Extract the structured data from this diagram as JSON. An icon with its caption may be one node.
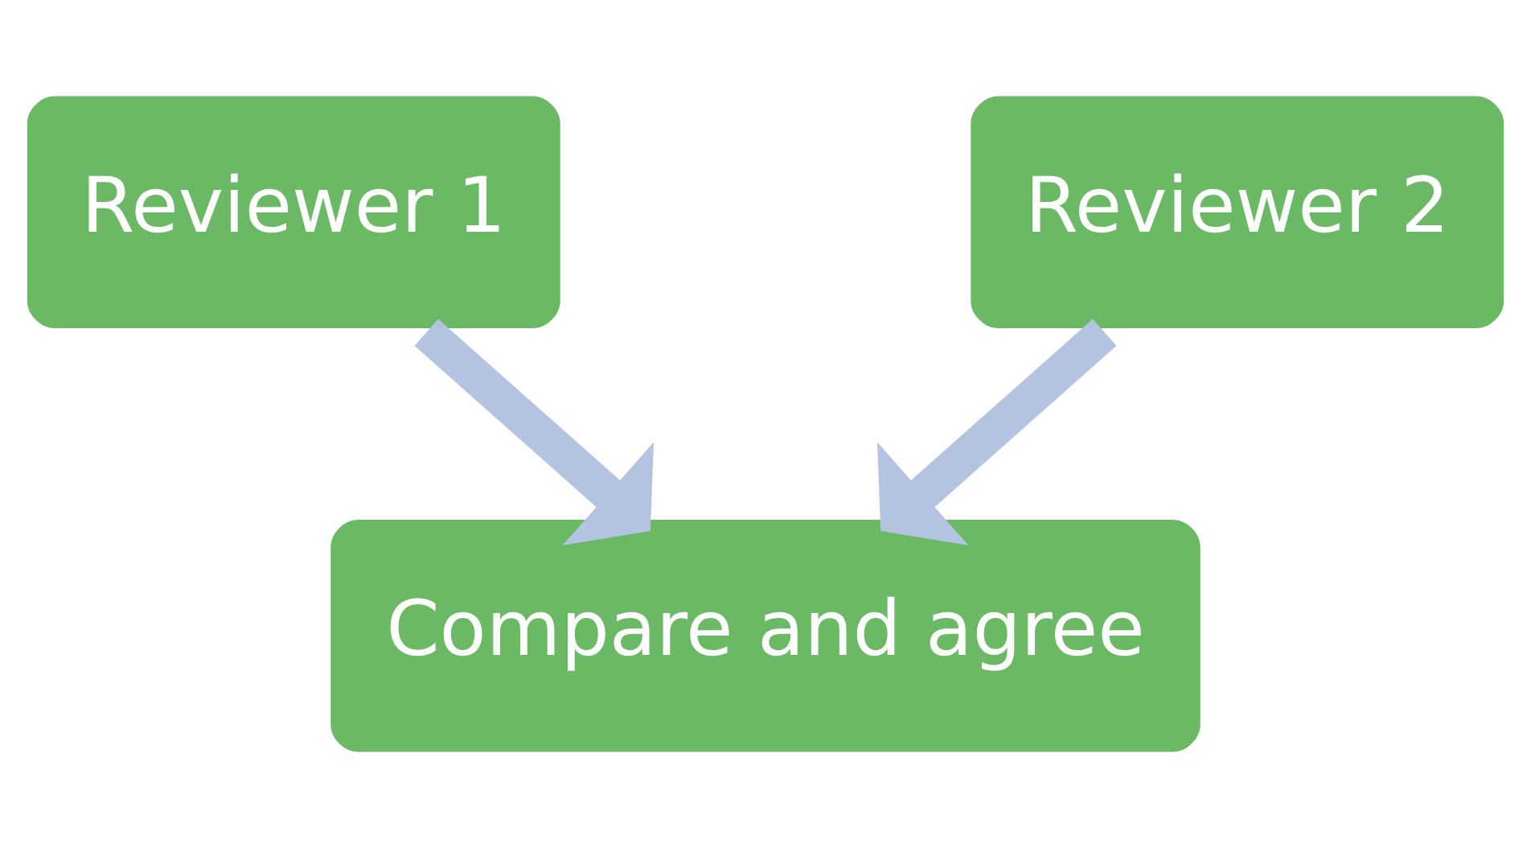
{
  "diagram": {
    "nodes": [
      {
        "text": [
          "Reviewer 1"
        ]
      },
      {
        "text": [
          "Reviewer 2"
        ]
      },
      {
        "text": [
          "Compare and agree"
        ]
      }
    ],
    "edges": [
      {
        "from": 0,
        "to": 2,
        "arrow": "to"
      },
      {
        "from": 1,
        "to": 2,
        "arrow": "to"
      }
    ]
  }
}
